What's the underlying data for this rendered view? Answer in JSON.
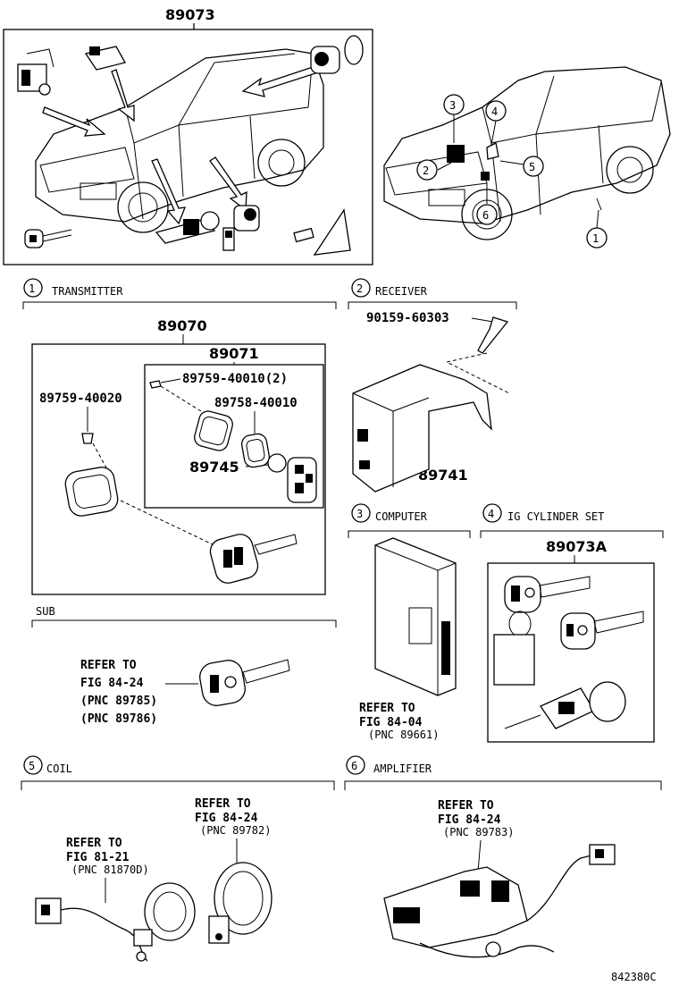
{
  "top_part_number": "89073",
  "callouts": [
    "1",
    "2",
    "3",
    "4",
    "5",
    "6"
  ],
  "sections": {
    "transmitter": {
      "num": "1",
      "title": "TRANSMITTER",
      "assy": "89070",
      "sub_assy": "89071",
      "parts": {
        "screw_outer": "89759-40020",
        "screw_inner": "89759-40010(2)",
        "case": "89758-40010",
        "battery": "89745"
      }
    },
    "receiver": {
      "num": "2",
      "title": "RECEIVER",
      "bolt": "90159-60303",
      "unit": "89741"
    },
    "sub": {
      "title": "SUB",
      "ref_line1": "REFER TO",
      "ref_line2": "FIG 84-24",
      "pnc1": "(PNC 89785)",
      "pnc2": "(PNC 89786)"
    },
    "computer": {
      "num": "3",
      "title": "COMPUTER",
      "ref_line1": "REFER TO",
      "ref_line2": "FIG 84-04",
      "pnc": "(PNC 89661)"
    },
    "ig_cylinder": {
      "num": "4",
      "title": "IG CYLINDER SET",
      "part": "89073A"
    },
    "coil": {
      "num": "5",
      "title": "COIL",
      "ref_a_line1": "REFER TO",
      "ref_a_line2": "FIG 81-21",
      "ref_a_pnc": "(PNC 81870D)",
      "ref_b_line1": "REFER TO",
      "ref_b_line2": "FIG 84-24",
      "ref_b_pnc": "(PNC 89782)"
    },
    "amplifier": {
      "num": "6",
      "title": "AMPLIFIER",
      "ref_line1": "REFER TO",
      "ref_line2": "FIG 84-24",
      "pnc": "(PNC 89783)"
    }
  },
  "figure_code": "842380C"
}
